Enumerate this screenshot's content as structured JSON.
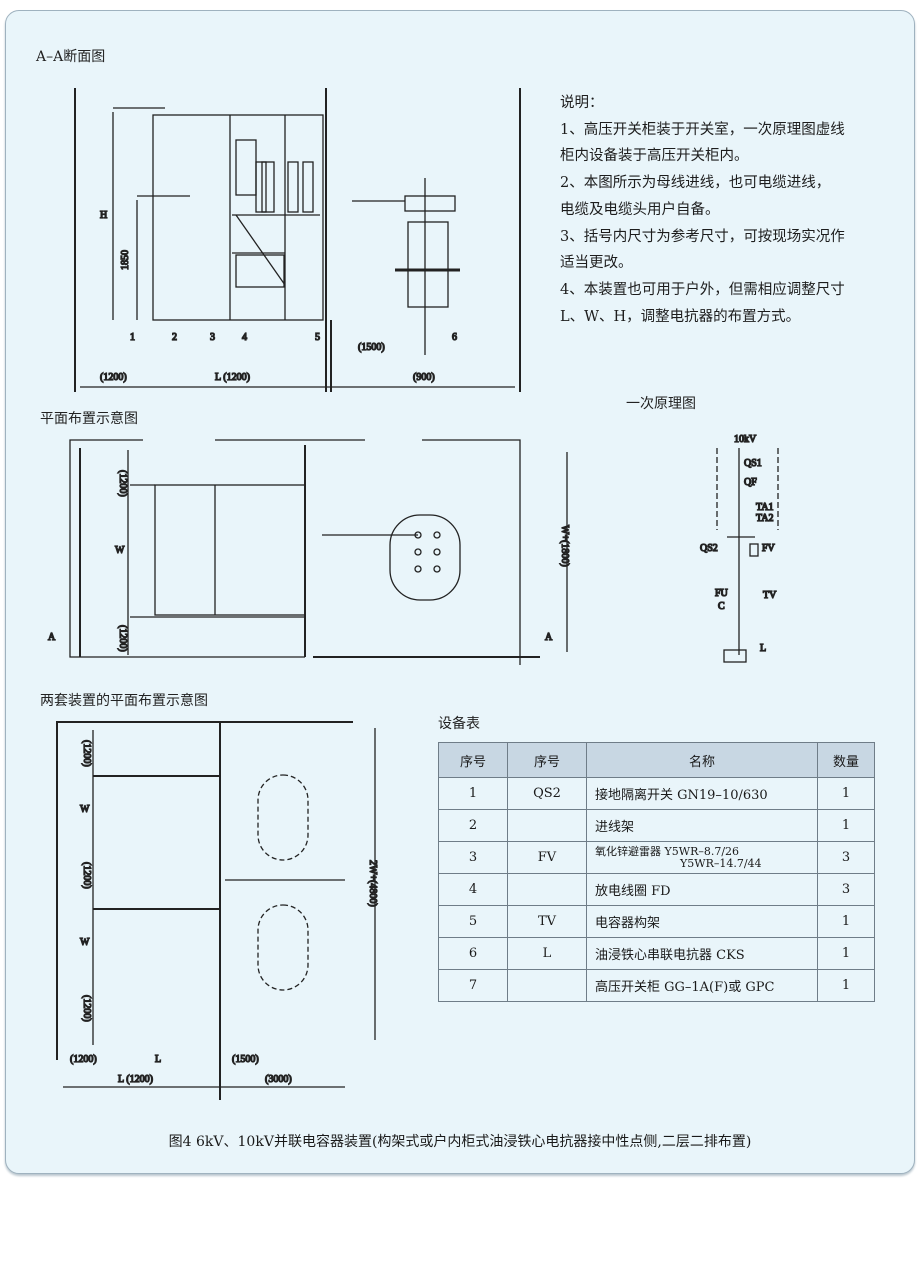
{
  "section_titles": {
    "aa_section": "A–A断面图",
    "plan_layout": "平面布置示意图",
    "primary_diagram": "一次原理图",
    "two_sets_plan": "两套装置的平面布置示意图",
    "equipment_table": "设备表"
  },
  "notes": {
    "heading": "说明：",
    "lines": [
      "1、高压开关柜装于开关室，一次原理图虚线",
      "柜内设备装于高压开关柜内。",
      "2、本图所示为母线进线，也可电缆进线，",
      "电缆及电缆头用户自备。",
      "3、括号内尺寸为参考尺寸，可按现场实况作",
      "适当更改。",
      "4、本装置也可用于户外，但需相应调整尺寸",
      "L、W、H，调整电抗器的布置方式。"
    ]
  },
  "aa_labels": {
    "h": "H",
    "h2": "1850",
    "d1": "(1200)",
    "d2": "L (1200)",
    "d3": "(900)",
    "d4": "(1500)",
    "n1": "1",
    "n2": "2",
    "n3": "3",
    "n4": "4",
    "n5": "5",
    "n6": "6"
  },
  "plan_labels": {
    "top": "(1200)",
    "w": "W",
    "bottom": "(1200)",
    "total": "W+(1800)",
    "a1": "A",
    "a2": "A"
  },
  "two_labels": {
    "t1": "(1200)",
    "w1": "W",
    "mid": "(1200)",
    "w2": "W",
    "b1": "(1200)",
    "l0": "(1200)",
    "l": "L",
    "l2": "(1500)",
    "lt": "L (1200)",
    "rt": "(3000)",
    "total": "2W+(4800)"
  },
  "schematic_labels": {
    "src": "10kV",
    "qs1": "QS1",
    "qf": "QF",
    "ta1": "TA1",
    "ta2": "TA2",
    "qs2": "QS2",
    "fv": "FV",
    "fu": "FU",
    "c": "C",
    "tv": "TV",
    "l": "L"
  },
  "equipment_table": {
    "headers": [
      "序号",
      "序号",
      "名称",
      "数量"
    ],
    "rows": [
      {
        "no": "1",
        "code": "QS2",
        "name": "接地隔离开关 GN19–10/630",
        "qty": "1"
      },
      {
        "no": "2",
        "code": "",
        "name": "进线架",
        "qty": "1"
      },
      {
        "no": "3",
        "code": "FV",
        "name": "氧化锌避雷器 Y5WR–8.7/26",
        "name2": "Y5WR–14.7/44",
        "qty": "3"
      },
      {
        "no": "4",
        "code": "",
        "name": "放电线圈 FD",
        "qty": "3"
      },
      {
        "no": "5",
        "code": "TV",
        "name": "电容器构架",
        "qty": "1"
      },
      {
        "no": "6",
        "code": "L",
        "name": "油浸铁心串联电抗器 CKS",
        "qty": "1"
      },
      {
        "no": "7",
        "code": "",
        "name": "高压开关柜 GG–1A(F)或 GPC",
        "qty": "1"
      }
    ]
  },
  "caption": "图4  6kV、10kV并联电容器装置(构架式或户内柜式油浸铁心电抗器接中性点侧,二层二排布置)",
  "colors": {
    "panel_bg": "#e9f5fa",
    "table_header": "#c8d7e3",
    "line": "#222222"
  }
}
